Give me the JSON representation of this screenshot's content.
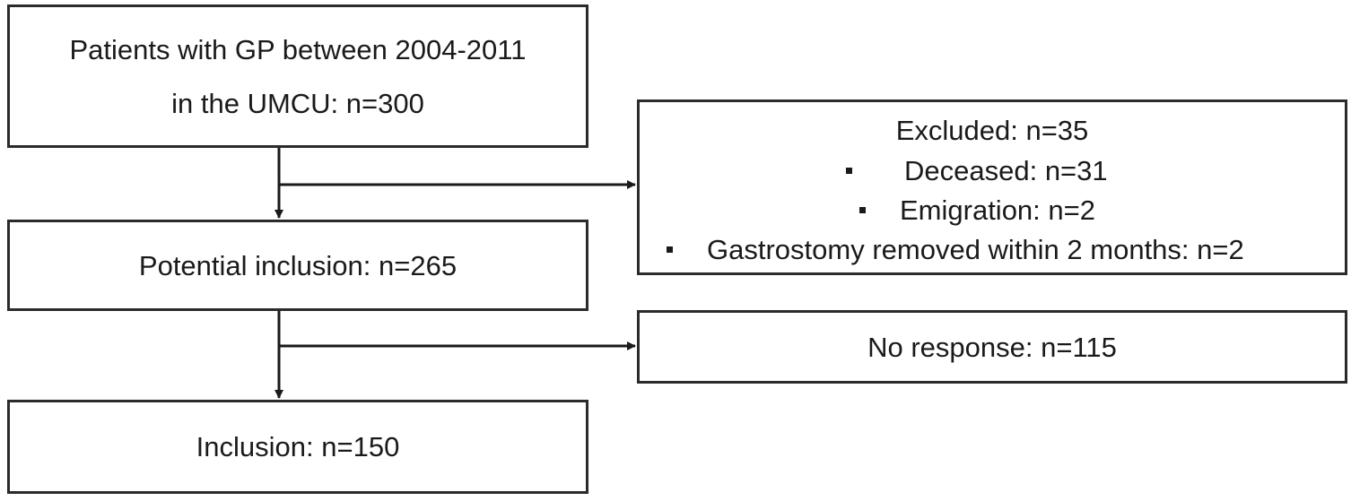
{
  "flowchart": {
    "start_box": {
      "line1": "Patients with GP between 2004-2011",
      "line2": "in the UMCU: n=300"
    },
    "potential_box": {
      "text": "Potential inclusion: n=265"
    },
    "inclusion_box": {
      "text": "Inclusion: n=150"
    },
    "excluded_box": {
      "title": "Excluded: n=35",
      "items": [
        "Deceased: n=31",
        "Emigration: n=2",
        "Gastrostomy removed within 2 months: n=2"
      ]
    },
    "no_response_box": {
      "text": "No response: n=115"
    }
  },
  "colors": {
    "line": "#2b2b2b",
    "text": "#1a1a1a",
    "background": "#ffffff"
  }
}
